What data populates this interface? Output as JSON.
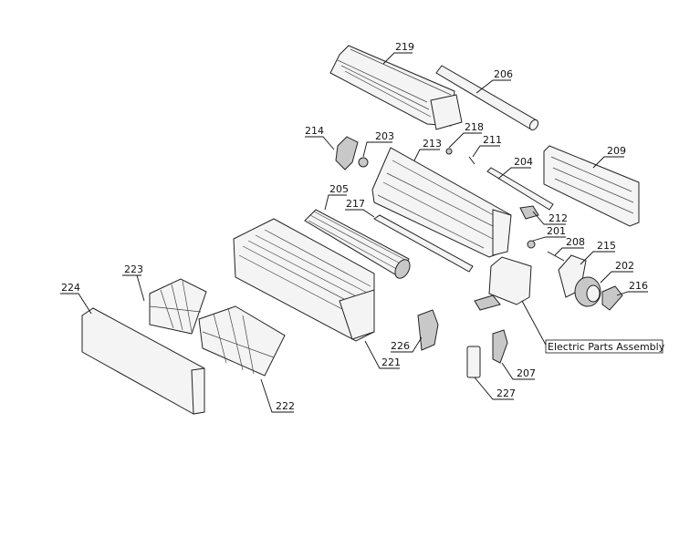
{
  "callouts": [
    {
      "id": "c219",
      "label": "219"
    },
    {
      "id": "c206",
      "label": "206"
    },
    {
      "id": "c214",
      "label": "214"
    },
    {
      "id": "c203",
      "label": "203"
    },
    {
      "id": "c218",
      "label": "218"
    },
    {
      "id": "c213",
      "label": "213"
    },
    {
      "id": "c211",
      "label": "211"
    },
    {
      "id": "c204",
      "label": "204"
    },
    {
      "id": "c209",
      "label": "209"
    },
    {
      "id": "c205",
      "label": "205"
    },
    {
      "id": "c217",
      "label": "217"
    },
    {
      "id": "c212",
      "label": "212"
    },
    {
      "id": "c201",
      "label": "201"
    },
    {
      "id": "c208",
      "label": "208"
    },
    {
      "id": "c215",
      "label": "215"
    },
    {
      "id": "c223",
      "label": "223"
    },
    {
      "id": "c202",
      "label": "202"
    },
    {
      "id": "c216",
      "label": "216"
    },
    {
      "id": "c224",
      "label": "224"
    },
    {
      "id": "c226",
      "label": "226"
    },
    {
      "id": "c221",
      "label": "221"
    },
    {
      "id": "c207",
      "label": "207"
    },
    {
      "id": "c227",
      "label": "227"
    },
    {
      "id": "c222",
      "label": "222"
    }
  ],
  "assembly_label": "Electric Parts Assembly"
}
